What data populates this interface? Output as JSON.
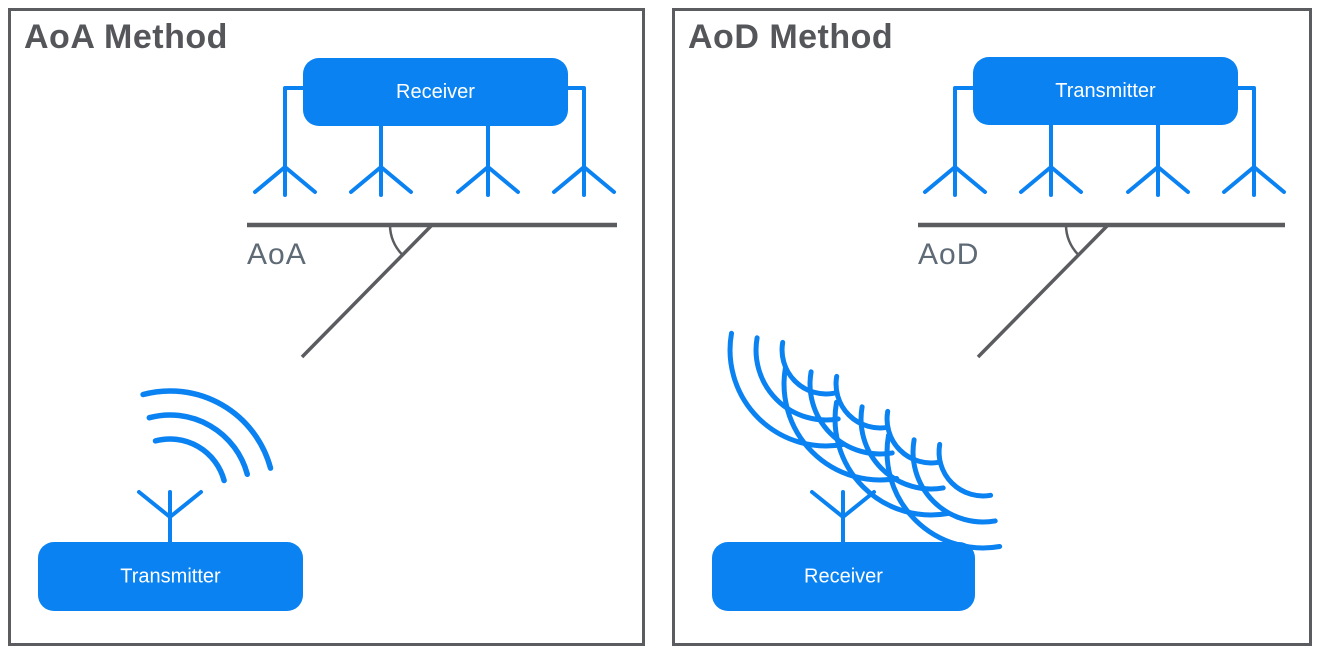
{
  "colors": {
    "accent_blue": "#0a82f2",
    "line_gray": "#5a5c60",
    "title_gray": "#54565a",
    "angle_label_gray": "#5e6a76",
    "text_on_blue": "#ffffff"
  },
  "panels": [
    {
      "title": "AoA Method",
      "top_box": "Receiver",
      "angle_label": "AoA",
      "bottom_box": "Transmitter"
    },
    {
      "title": "AoD Method",
      "top_box": "Transmitter",
      "angle_label": "AoD",
      "bottom_box": "Receiver"
    }
  ]
}
